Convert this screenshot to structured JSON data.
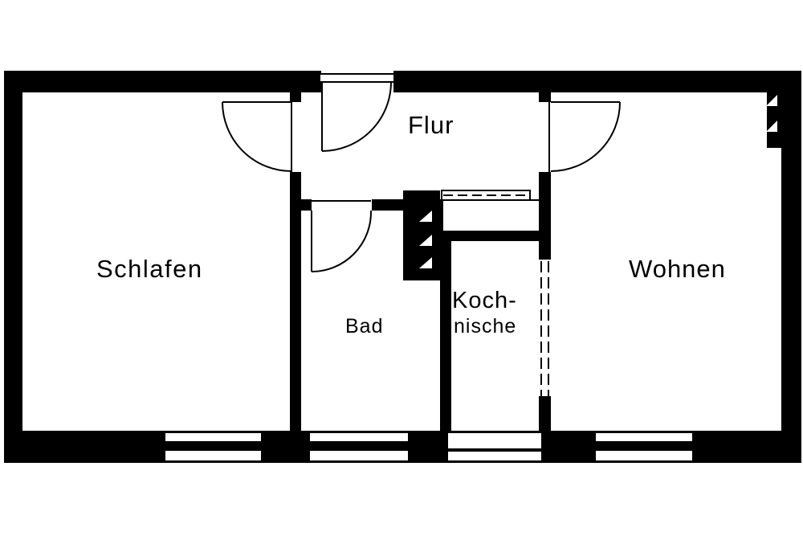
{
  "rooms": {
    "schlafen": "Schlafen",
    "flur": "Flur",
    "bad": "Bad",
    "kochnische_line1": "Koch-",
    "kochnische_line2": "nische",
    "wohnen": "Wohnen"
  },
  "colors": {
    "wall": "#000000",
    "background": "#ffffff"
  }
}
